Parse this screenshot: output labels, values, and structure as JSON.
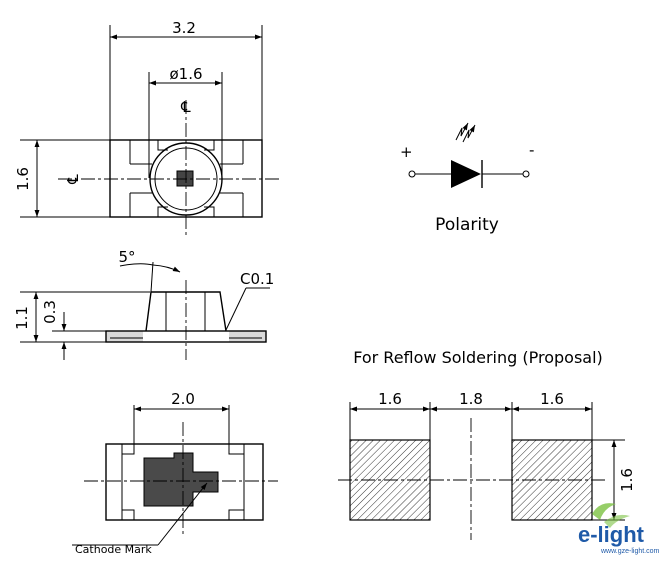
{
  "top_view": {
    "width_dim": "3.2",
    "lens_dim": "ø1.6",
    "height_dim": "1.6",
    "centerline_v": "℄",
    "centerline_h": "℄"
  },
  "side_view": {
    "angle_dim": "5°",
    "chamfer_dim": "C0.1",
    "height_dim": "1.1",
    "base_dim": "0.3"
  },
  "bottom_view": {
    "width_dim": "2.0",
    "cathode_label": "Cathode Mark"
  },
  "polarity": {
    "plus": "+",
    "minus": "-",
    "label": "Polarity"
  },
  "reflow": {
    "title": "For Reflow Soldering (Proposal)",
    "pad_left_dim": "1.6",
    "gap_dim": "1.8",
    "pad_right_dim": "1.6",
    "pad_height_dim": "1.6"
  },
  "logo": {
    "name": "e-light",
    "url": "www.gze-light.com",
    "colors": {
      "green": "#7cc242",
      "blue": "#1f5aa8"
    }
  }
}
